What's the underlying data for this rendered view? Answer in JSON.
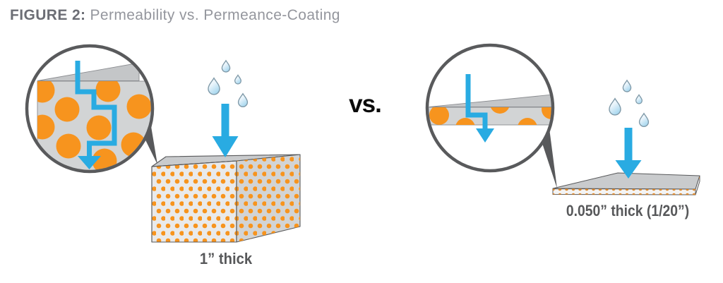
{
  "figure": {
    "label": "FIGURE 2:",
    "title": "Permeability vs. Permeance-Coating"
  },
  "comparison": {
    "separator": "vs.",
    "left": {
      "caption": "1” thick"
    },
    "right": {
      "caption": "0.050” thick (1/20”)"
    }
  },
  "colors": {
    "orange": "#F7941E",
    "orange_dark": "#DD8A30",
    "blue": "#29ABE2",
    "dark_gray": "#58595B",
    "body_gray": "#D2D4D5",
    "face_gray": "#C9CBCD",
    "title_label_gray": "#6C6E75",
    "title_text_gray": "#94969D"
  }
}
